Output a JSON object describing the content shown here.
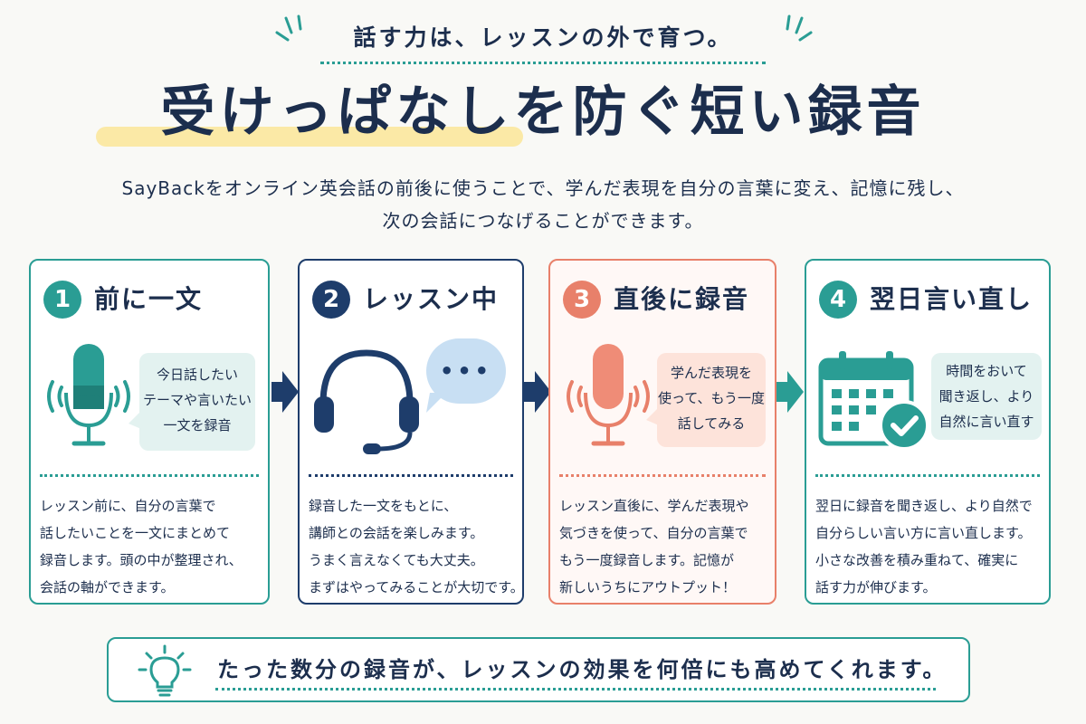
{
  "header": {
    "tagline": "話す力は、レッスンの外で育つ。",
    "headline": "受けっぱなしを防ぐ短い録音",
    "lead_lines": [
      "SayBackをオンライン英会話の前後に使うことで、学んだ表現を自分の言葉に変え、記憶に残し、",
      "次の会話につなげることができます。"
    ]
  },
  "steps": [
    {
      "number": "1",
      "title": "前に一文",
      "icon": "microphone-icon",
      "accent": "#2a9d94",
      "bubble_lines": [
        "今日話したい",
        "テーマや言いたい",
        "一文を録音"
      ],
      "description_lines": [
        "レッスン前に、自分の言葉で",
        "話したいことを一文にまとめて",
        "録音します。頭の中が整理され、",
        "会話の軸ができます。"
      ]
    },
    {
      "number": "2",
      "title": "レッスン中",
      "icon": "headset-icon",
      "accent": "#1e3d6b",
      "bubble_lines": [
        "•••"
      ],
      "description_lines": [
        "録音した一文をもとに、",
        "講師との会話を楽しみます。",
        "うまく言えなくても大丈夫。",
        "まずはやってみることが大切です。"
      ]
    },
    {
      "number": "3",
      "title": "直後に録音",
      "icon": "microphone-icon",
      "accent": "#e8806a",
      "bubble_lines": [
        "学んだ表現を",
        "使って、もう一度",
        "話してみる"
      ],
      "description_lines": [
        "レッスン直後に、学んだ表現や",
        "気づきを使って、自分の言葉で",
        "もう一度録音します。記憶が",
        "新しいうちにアウトプット！"
      ]
    },
    {
      "number": "4",
      "title": "翌日言い直し",
      "icon": "calendar-check-icon",
      "accent": "#2a9d94",
      "bubble_lines": [
        "時間をおいて",
        "聞き返し、より",
        "自然に言い直す"
      ],
      "description_lines": [
        "翌日に録音を聞き返し、より自然で",
        "自分らしい言い方に言い直します。",
        "小さな改善を積み重ねて、確実に",
        "話す力が伸びます。"
      ]
    }
  ],
  "footer": {
    "icon": "lightbulb-icon",
    "message": "たった数分の録音が、レッスンの効果を何倍にも高めてくれます。"
  },
  "colors": {
    "navy": "#1c2e4d",
    "teal": "#2a9d94",
    "coral": "#e8806a",
    "highlight": "#fbe9a6"
  }
}
